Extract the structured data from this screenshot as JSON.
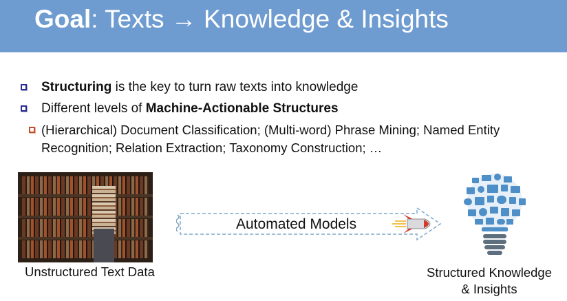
{
  "header": {
    "title_bold": "Goal",
    "title_rest": ": Texts → Knowledge & Insights"
  },
  "bullets": [
    {
      "bold": "Structuring",
      "text": " is the key to turn raw texts into knowledge"
    },
    {
      "prefix": "Different levels of ",
      "bold": "Machine-Actionable Structures"
    }
  ],
  "sub_bullet": "(Hierarchical) Document Classification; (Multi-word) Phrase Mining; Named Entity Recognition; Relation Extraction; Taxonomy Construction; …",
  "diagram": {
    "left_caption": "Unstructured Text Data",
    "arrow_label": "Automated Models",
    "right_caption_line1": "Structured Knowledge",
    "right_caption_line2": "& Insights"
  },
  "colors": {
    "title_bar": "#6e9bd0",
    "bullet_blue": "#2a2d8f",
    "bullet_red": "#c0502b",
    "arrow_border": "#7fa8c9",
    "bulb_blue": "#4f8fc8"
  }
}
